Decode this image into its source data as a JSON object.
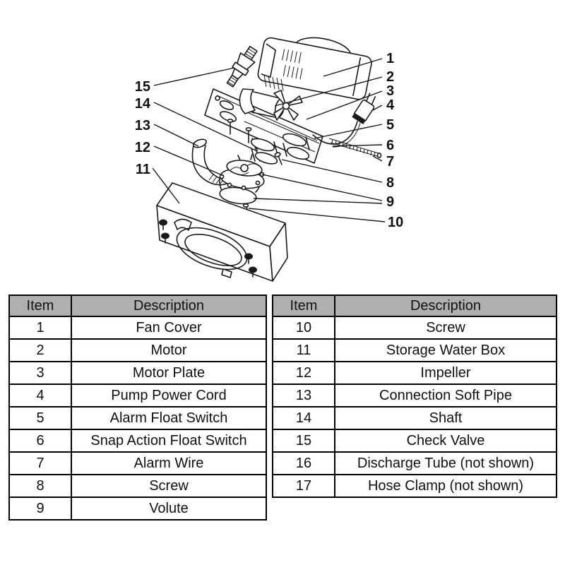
{
  "diagram": {
    "description": "Exploded view line drawing of a condensate pump assembly",
    "callout_labels": [
      "1",
      "2",
      "3",
      "4",
      "5",
      "6",
      "7",
      "8",
      "9",
      "10",
      "11",
      "12",
      "13",
      "14",
      "15"
    ]
  },
  "tables": [
    {
      "headers": {
        "item": "Item",
        "description": "Description"
      },
      "rows": [
        {
          "item": "1",
          "description": "Fan Cover"
        },
        {
          "item": "2",
          "description": "Motor"
        },
        {
          "item": "3",
          "description": "Motor Plate"
        },
        {
          "item": "4",
          "description": "Pump Power Cord"
        },
        {
          "item": "5",
          "description": "Alarm Float Switch"
        },
        {
          "item": "6",
          "description": "Snap Action Float Switch"
        },
        {
          "item": "7",
          "description": "Alarm Wire"
        },
        {
          "item": "8",
          "description": "Screw"
        },
        {
          "item": "9",
          "description": "Volute"
        }
      ]
    },
    {
      "headers": {
        "item": "Item",
        "description": "Description"
      },
      "rows": [
        {
          "item": "10",
          "description": "Screw"
        },
        {
          "item": "11",
          "description": "Storage Water Box"
        },
        {
          "item": "12",
          "description": "Impeller"
        },
        {
          "item": "13",
          "description": "Connection Soft Pipe"
        },
        {
          "item": "14",
          "description": "Shaft"
        },
        {
          "item": "15",
          "description": "Check Valve"
        },
        {
          "item": "16",
          "description": "Discharge Tube (not shown)"
        },
        {
          "item": "17",
          "description": "Hose Clamp (not shown)"
        }
      ]
    }
  ],
  "colors": {
    "background": "#ffffff",
    "line_art": "#1a1a1a",
    "table_border": "#000000",
    "header_bg": "#b0b0b0"
  }
}
